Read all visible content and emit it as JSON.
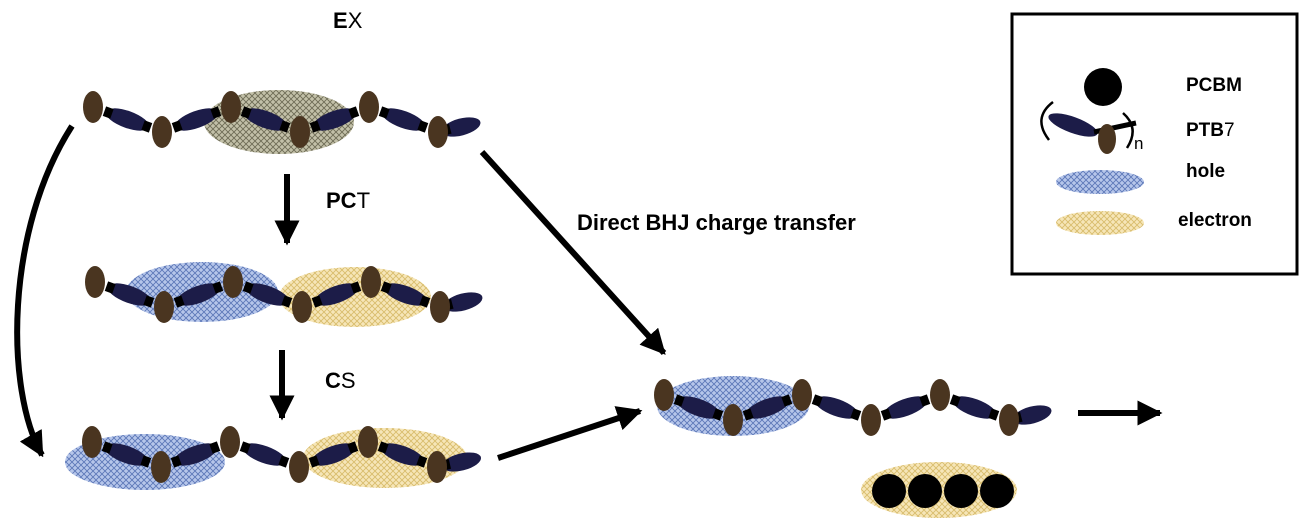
{
  "labels": {
    "ex_bold": "E",
    "ex_rest": "X",
    "pct_bold": "PC",
    "pct_rest": "T",
    "cs_bold": "C",
    "cs_rest": "S",
    "direct_bhj": "Direct BHJ charge transfer"
  },
  "legend": {
    "pcbm": "PCBM",
    "ptb7_bold": "PTB",
    "ptb7_rest": "7",
    "repeat_n": "n",
    "hole": "hole",
    "electron": "electron"
  },
  "colors": {
    "thiophene": "#4a3520",
    "benzodithiophene": "#1c1c48",
    "linker": "#000000",
    "hole": "#8fa6d8",
    "electron": "#f0dba0",
    "exciton": "#9a9880",
    "pcbm": "#000000",
    "arrow": "#000000"
  }
}
